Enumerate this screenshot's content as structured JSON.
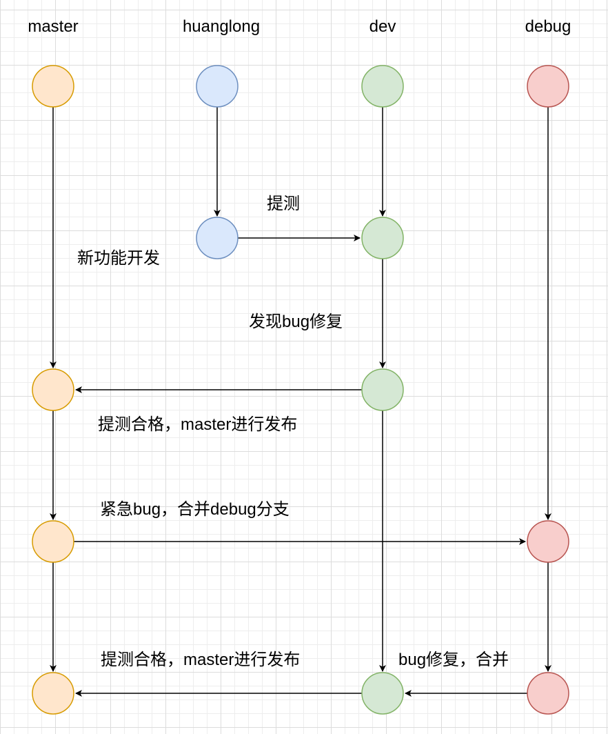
{
  "lanes": {
    "master": "master",
    "huanglong": "huanglong",
    "dev": "dev",
    "debug": "debug"
  },
  "labels": {
    "submit_test": "提测",
    "new_feature": "新功能开发",
    "found_bug_fix": "发现bug修复",
    "release_1": "提测合格，master进行发布",
    "urgent_bug": "紧急bug，合并debug分支",
    "release_2": "提测合格，master进行发布",
    "bug_fix_merge": "bug修复，合并"
  },
  "colors": {
    "master_fill": "#ffe6cc",
    "master_stroke": "#d79b00",
    "huanglong_fill": "#dae8fc",
    "huanglong_stroke": "#6c8ebf",
    "dev_fill": "#d5e8d4",
    "dev_stroke": "#82b366",
    "debug_fill": "#f8cecc",
    "debug_stroke": "#b85450",
    "edge": "#000000"
  }
}
